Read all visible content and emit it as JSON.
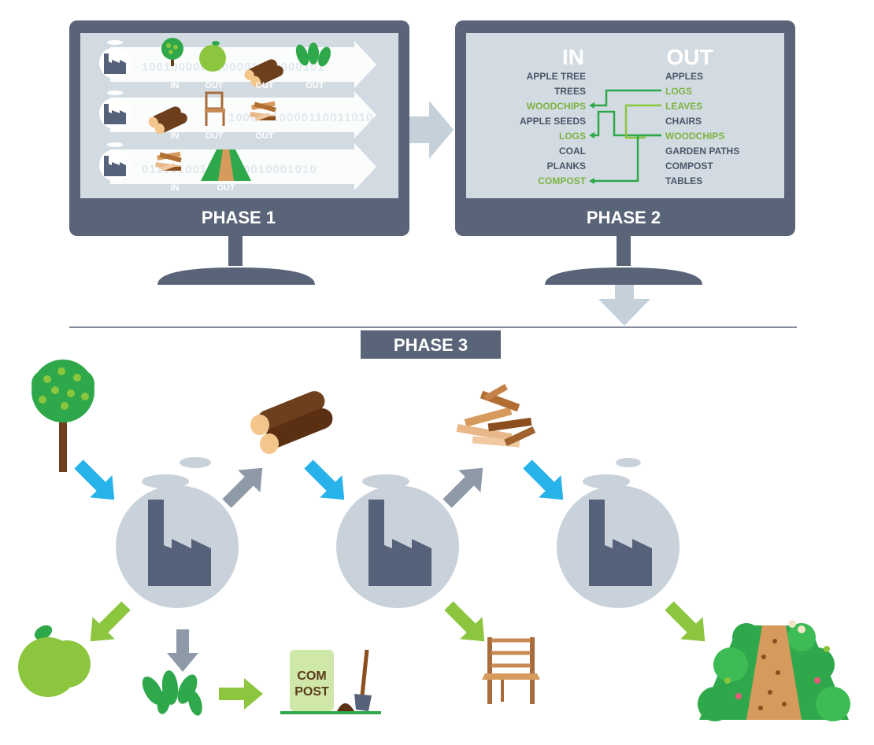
{
  "phase1": {
    "title": "PHASE 1",
    "binary_rows": [
      "1001000001100001001000101",
      "10000110000110011010",
      "011001001000110010001010"
    ],
    "row1_labels": [
      "IN",
      "OUT",
      "OUT",
      "OUT"
    ],
    "row2_labels": [
      "IN",
      "OUT",
      "OUT"
    ],
    "row3_labels": [
      "IN",
      "OUT"
    ]
  },
  "phase2": {
    "title": "PHASE 2",
    "in_header": "IN",
    "out_header": "OUT",
    "in_items": [
      "APPLE TREE",
      "TREES",
      "WOODCHIPS",
      "APPLE SEEDS",
      "LOGS",
      "COAL",
      "PLANKS",
      "COMPOST"
    ],
    "out_items": [
      "APPLES",
      "LOGS",
      "LEAVES",
      "CHAIRS",
      "WOODCHIPS",
      "GARDEN PATHS",
      "COMPOST",
      "TABLES"
    ],
    "highlighted_in": [
      "WOODCHIPS",
      "LOGS",
      "COMPOST"
    ],
    "highlighted_out": [
      "LOGS",
      "LEAVES",
      "WOODCHIPS"
    ]
  },
  "phase3": {
    "title": "PHASE 3",
    "compost_label_line1": "COM",
    "compost_label_line2": "POST"
  },
  "colors": {
    "monitor": "#5a6478",
    "screen": "#d3dbe2",
    "arrow_gray": "#c5d1da",
    "factory_circle": "#c9d2da",
    "factory": "#56617a",
    "arrow_blue": "#27b3e9",
    "arrow_green": "#8cc63f",
    "highlight_green": "#7cb342",
    "text_dark": "#4a5568"
  }
}
